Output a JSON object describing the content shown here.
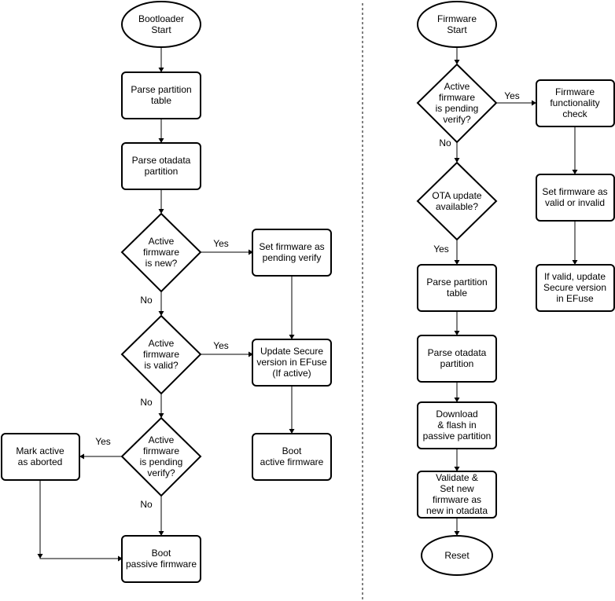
{
  "left": {
    "bootloader_start": [
      "Bootloader",
      "Start"
    ],
    "parse_partition": [
      "Parse partition",
      "table"
    ],
    "parse_otadata": [
      "Parse otadata",
      "partition"
    ],
    "active_new": [
      "Active",
      "firmware",
      "is new?"
    ],
    "set_pending": [
      "Set firmware as",
      "pending verify"
    ],
    "active_valid": [
      "Active",
      "firmware",
      "is valid?"
    ],
    "update_secure": [
      "Update Secure",
      "version in EFuse",
      "(If active)"
    ],
    "active_pending": [
      "Active",
      "firmware",
      "is pending",
      "verify?"
    ],
    "mark_aborted": [
      "Mark active",
      "as aborted"
    ],
    "boot_active": [
      "Boot",
      "active firmware"
    ],
    "boot_passive": [
      "Boot",
      "passive firmware"
    ],
    "label_yes": "Yes",
    "label_no": "No"
  },
  "right": {
    "firmware_start": [
      "Firmware",
      "Start"
    ],
    "pending_verify": [
      "Active",
      "firmware",
      "is pending",
      "verify?"
    ],
    "functionality_check": [
      "Firmware",
      "functionality",
      "check"
    ],
    "set_valid_invalid": [
      "Set firmware as",
      "valid or invalid"
    ],
    "update_secure": [
      "If valid, update",
      "Secure version",
      "in EFuse"
    ],
    "ota_available": [
      "OTA update",
      "available?"
    ],
    "parse_partition": [
      "Parse partition",
      "table"
    ],
    "parse_otadata": [
      "Parse otadata",
      "partition"
    ],
    "download_flash": [
      "Download",
      "& flash in",
      "passive partition"
    ],
    "validate_set": [
      "Validate &",
      "Set new",
      "firmware as",
      "new in otadata"
    ],
    "reset": [
      "Reset"
    ],
    "label_yes": "Yes",
    "label_no": "No"
  }
}
